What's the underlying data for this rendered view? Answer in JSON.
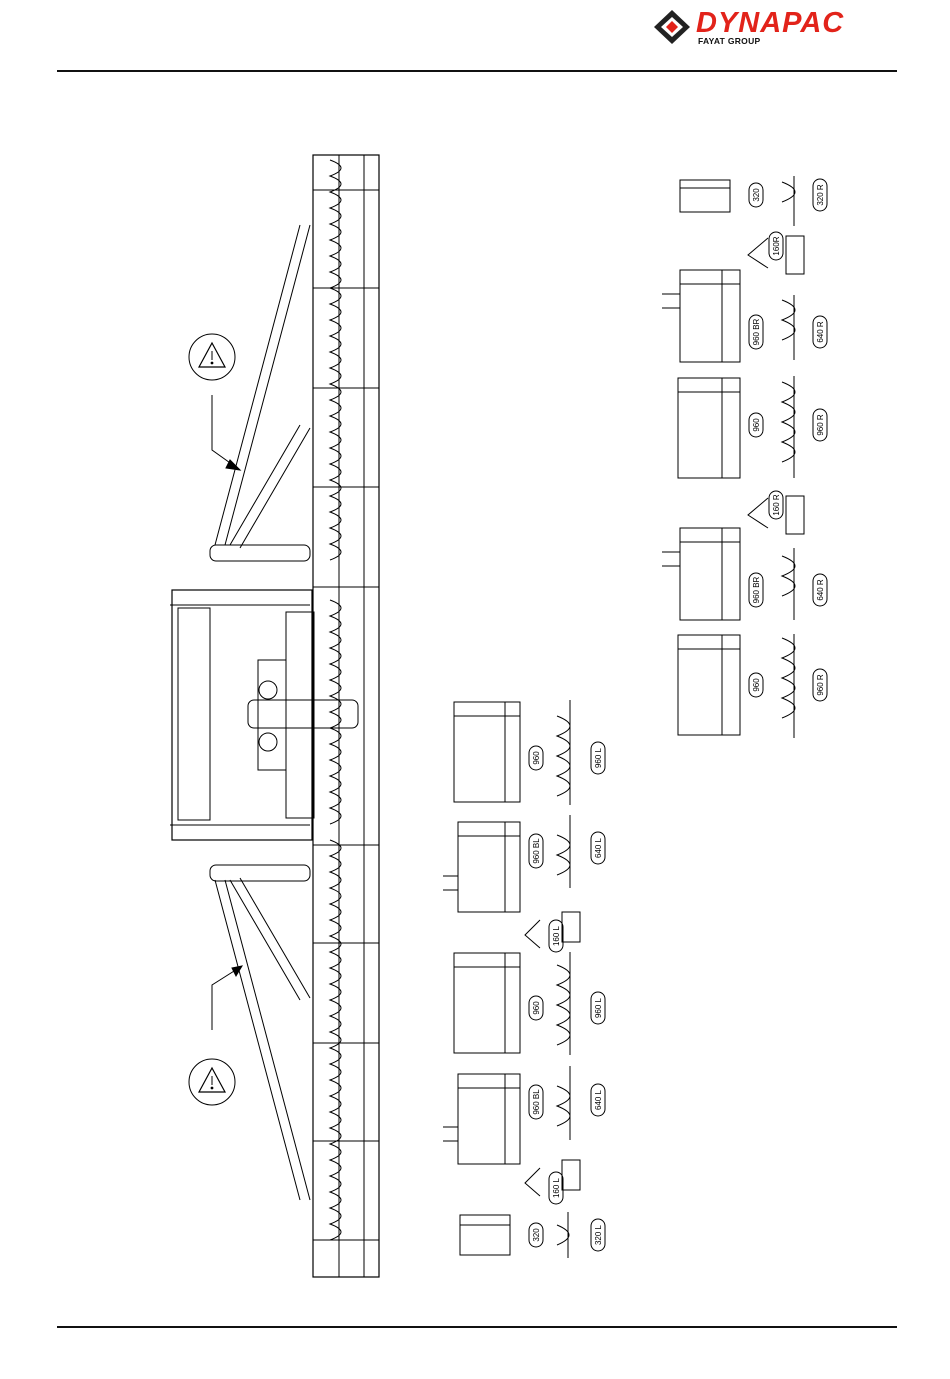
{
  "header": {
    "brand": "DYNAPAC",
    "group": "FAYAT GROUP",
    "brand_color": "#e2231a"
  },
  "icons": {
    "warning": "warning-triangle-icon"
  },
  "left_labels": [
    {
      "box": "960",
      "auger": "960 L"
    },
    {
      "box": "960 BL",
      "auger": "640 L",
      "bearing": "160 L"
    },
    {
      "box": "960",
      "auger": "960 L"
    },
    {
      "box": "960 BL",
      "auger": "640 L",
      "bearing": "160 L"
    },
    {
      "box": "320",
      "auger": "320 L"
    }
  ],
  "right_labels": [
    {
      "box": "320",
      "auger": "320 R"
    },
    {
      "box": "960 BR",
      "auger": "640 R",
      "bearing": "160R"
    },
    {
      "box": "960",
      "auger": "960 R"
    },
    {
      "box": "960 BR",
      "auger": "640 R",
      "bearing": "160 R"
    },
    {
      "box": "960",
      "auger": "960 R"
    }
  ]
}
